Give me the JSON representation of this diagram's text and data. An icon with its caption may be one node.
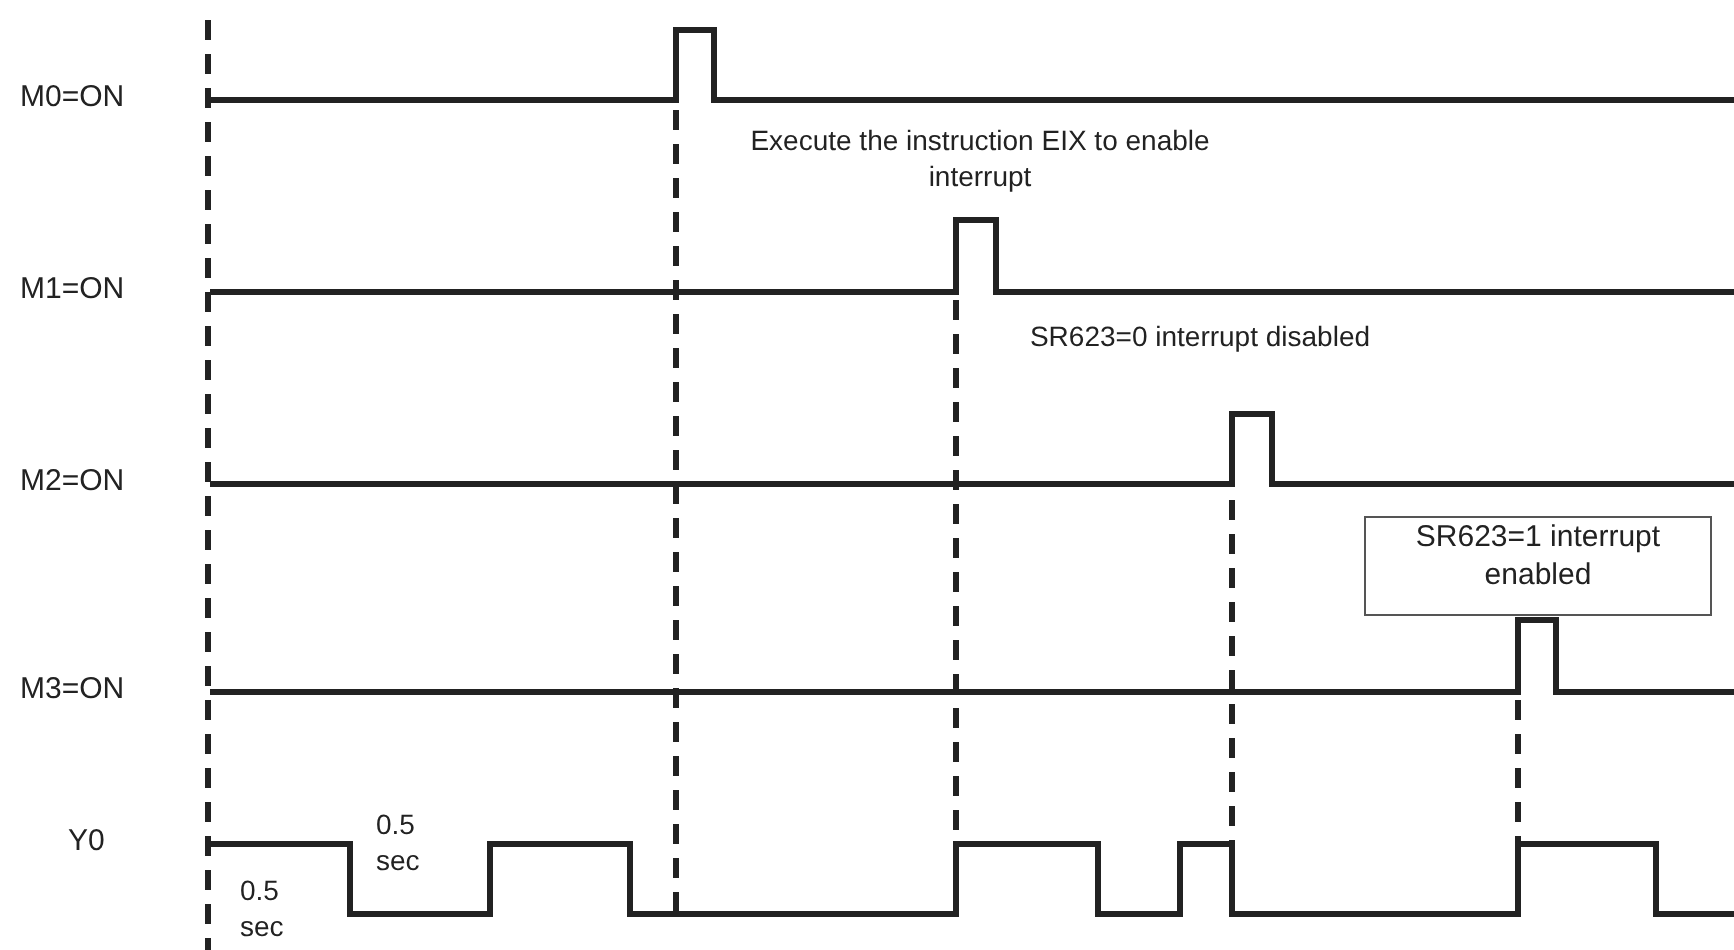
{
  "diagram": {
    "nodes": [
      {
        "text": [
          "SR623=1 interrupt enabled"
        ]
      }
    ],
    "labels": [
      "M0=ON",
      "Execute the instruction EIX to enable interrupt",
      "M1=ON",
      "SR623=0 interrupt disabled",
      "M2=ON",
      "M3=ON",
      "Y0",
      "0.5 sec",
      "0.5 sec"
    ]
  }
}
